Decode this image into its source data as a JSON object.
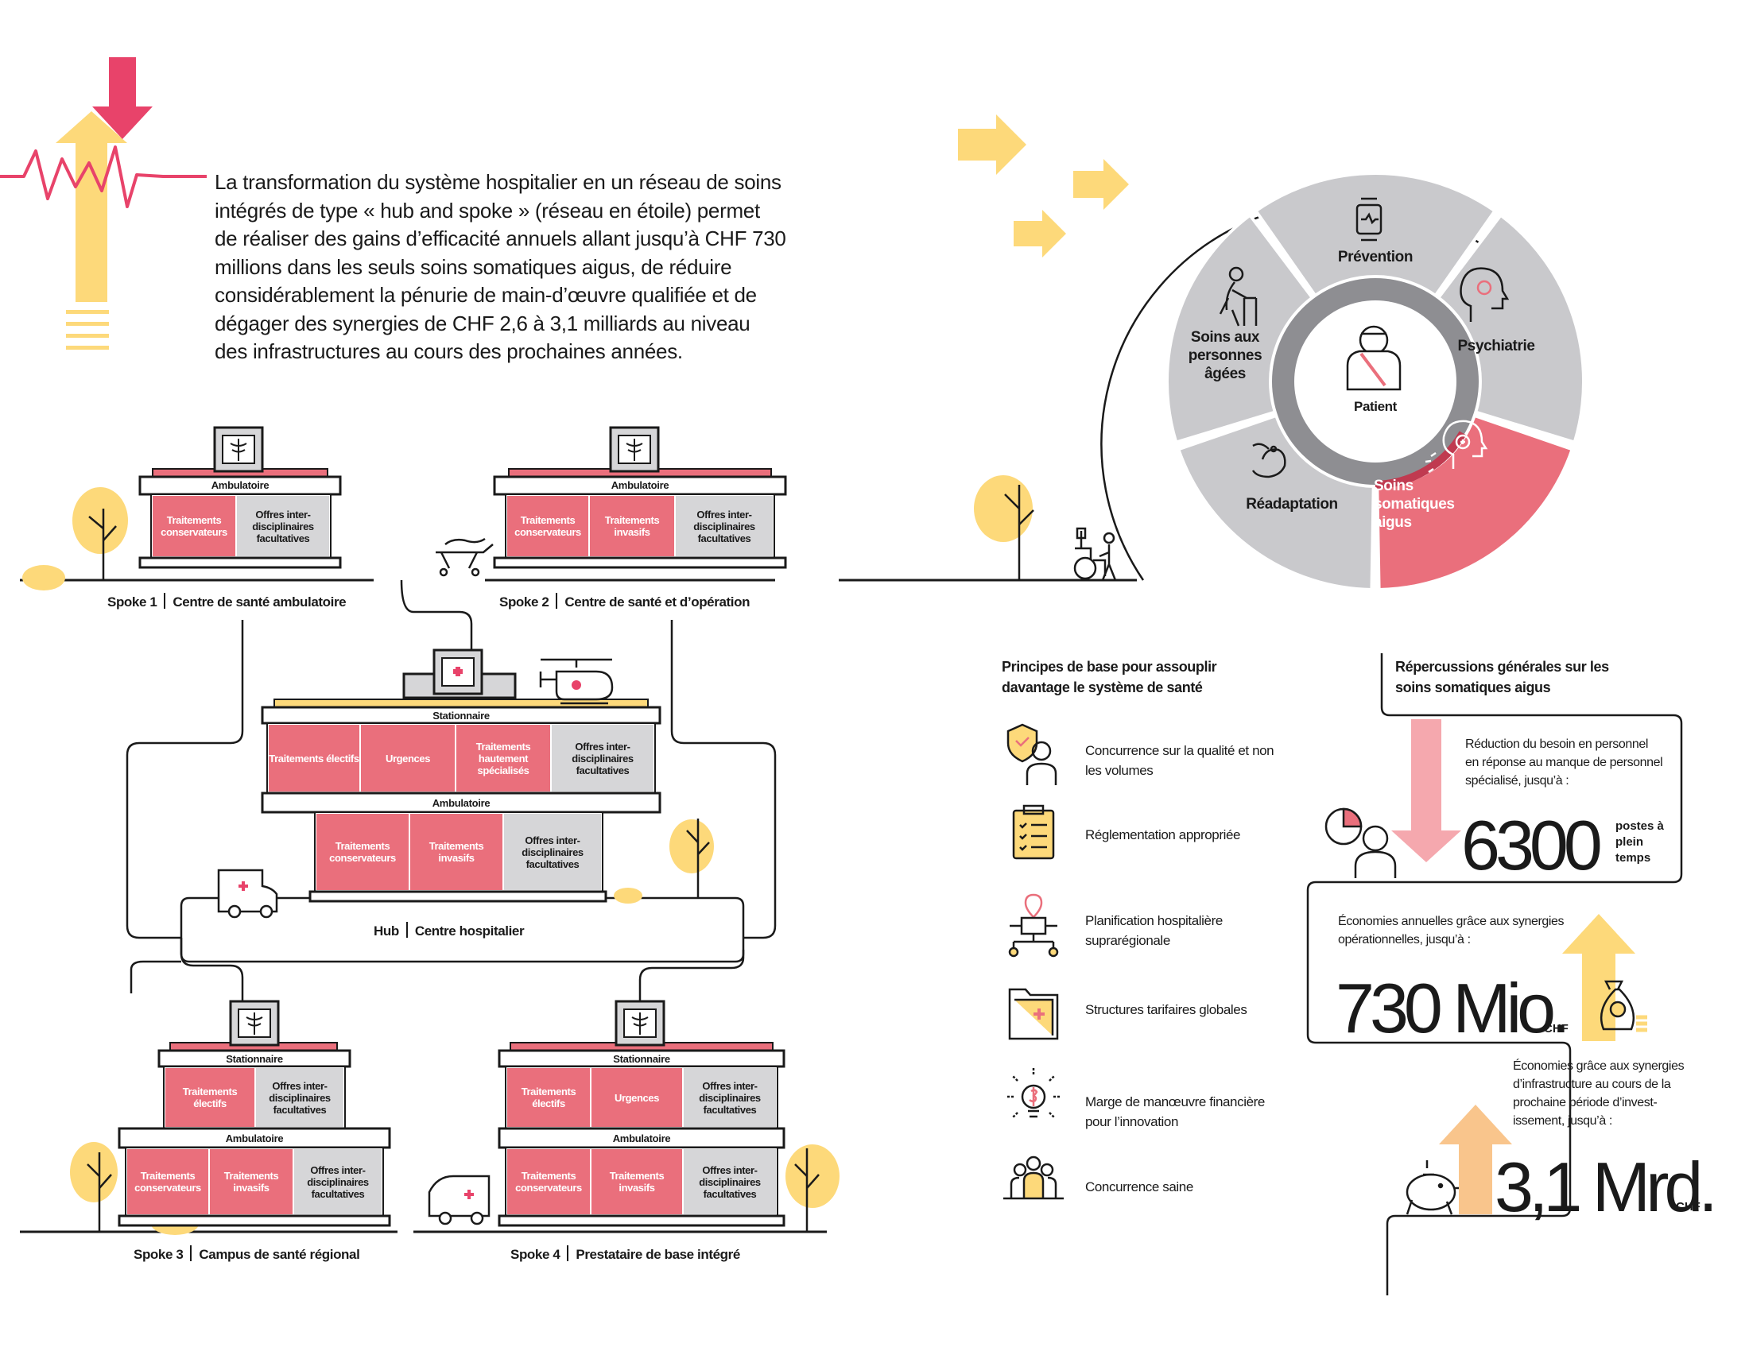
{
  "intro_text": "La transformation du système hospitalier en un réseau de soins intégrés de type « hub and spoke » (réseau en étoile) permet de réaliser des gains d’efficacité annuels allant jusqu’à CHF 730 millions dans les seuls soins somatiques aigus, de réduire considérablement la pénurie de main-d’œuvre qualifiée et de dégager des synergies de CHF 2,6 à 3,1 milliards au niveau des infrastructures au cours des prochaines années.",
  "labels": {
    "ambulatoire": "Ambulatoire",
    "stationnaire": "Stationnaire",
    "cons": "Traitements conservateurs",
    "inv": "Traitements invasifs",
    "offres": "Offres inter-disciplinaires facultatives",
    "elec": "Traitements électifs",
    "urg": "Urgences",
    "spec": "Traitements hautement spécialisés"
  },
  "captions": {
    "spoke1_a": "Spoke 1",
    "spoke1_b": "Centre de santé ambulatoire",
    "spoke2_a": "Spoke 2",
    "spoke2_b": "Centre de santé et d’opération",
    "hub_a": "Hub",
    "hub_b": "Centre hospitalier",
    "spoke3_a": "Spoke 3",
    "spoke3_b": "Campus de santé régional",
    "spoke4_a": "Spoke 4",
    "spoke4_b": "Prestataire de base intégré"
  },
  "wheel": {
    "center": "Patient",
    "prevention": "Prévention",
    "psychiatrie": "Psychiatrie",
    "somatique": "Soins somatiques aigus",
    "readaptation": "Réadaptation",
    "ages": "Soins aux personnes âgées"
  },
  "principles": {
    "title": "Principes de base pour assouplir davantage le système de santé",
    "items": [
      {
        "text": "Concurrence sur la qualité et non les volumes",
        "icon": "shield-person-icon"
      },
      {
        "text": "Réglementation appropriée",
        "icon": "clipboard-checklist-icon"
      },
      {
        "text": "Planification hospitalière suprarégionale",
        "icon": "network-pin-icon"
      },
      {
        "text": "Structures tarifaires globales",
        "icon": "medical-folder-icon"
      },
      {
        "text": "Marge de manœuvre financière pour l’innovation",
        "icon": "lightbulb-money-icon"
      },
      {
        "text": "Concurrence saine",
        "icon": "group-people-icon"
      }
    ]
  },
  "impacts": {
    "title": "Répercussions générales sur les soins somatiques aigus",
    "staff_desc": "Réduction du besoin en personnel en réponse au manque de personnel spécialisé, jusqu’à :",
    "staff_value": "6300",
    "staff_unit": "postes à plein temps",
    "ops_desc": "Économies annuelles grâce aux synergies opérationnelles, jusqu’à :",
    "ops_value": "730 Mio.",
    "ops_unit": "CHF",
    "infra_desc": "Économies grâce aux synergies d’infrastructure au cours de la prochaine période d’invest-issement, jusqu’à :",
    "infra_value": "3,1 Mrd.",
    "infra_unit": "CHF"
  },
  "colors": {
    "accent_red": "#ea6f7c",
    "grey": "#d6d6d8",
    "yellow": "#fdd97a",
    "dark": "#1a1a1a"
  }
}
